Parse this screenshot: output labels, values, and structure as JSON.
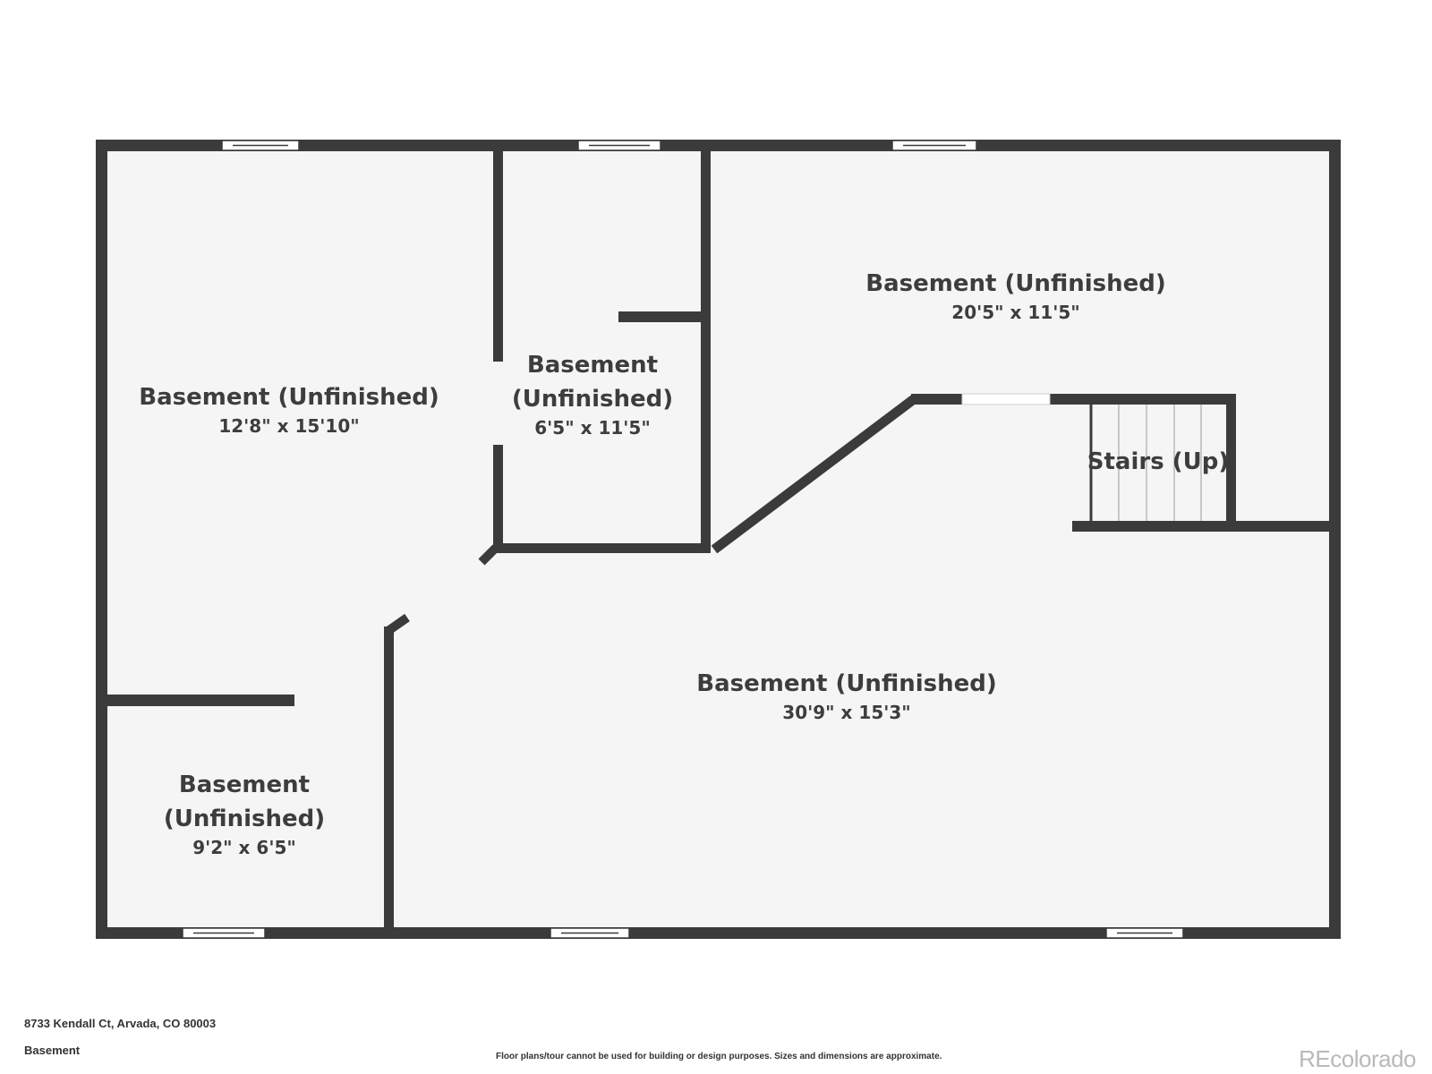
{
  "rooms": {
    "west": {
      "name": "Basement (Unfinished)",
      "dimensions": "12'8\" x 15'10\""
    },
    "center": {
      "name": "Basement\n(Unfinished)",
      "dimensions": "6'5\" x 11'5\""
    },
    "northeast": {
      "name": "Basement (Unfinished)",
      "dimensions": "20'5\" x 11'5\""
    },
    "stairs": {
      "name": "Stairs (Up)"
    },
    "main": {
      "name": "Basement (Unfinished)",
      "dimensions": "30'9\" x 15'3\""
    },
    "southwest": {
      "name": "Basement\n(Unfinished)",
      "dimensions": "9'2\" x 6'5\""
    }
  },
  "footer": {
    "address": "8733 Kendall Ct, Arvada, CO 80003",
    "floor": "Basement",
    "disclaimer": "Floor plans/tour cannot be used for building or design purposes. Sizes and dimensions are approximate.",
    "brand": "REcolorado"
  },
  "colors": {
    "wall": "#3b3b3b",
    "floor": "#f5f5f5",
    "text": "#3d3d3d"
  }
}
